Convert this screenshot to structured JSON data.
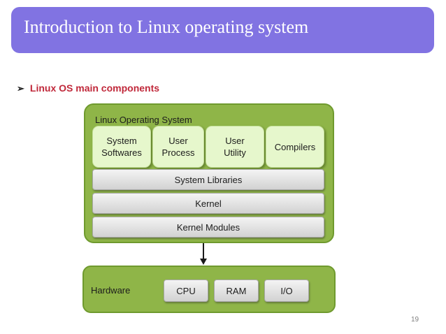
{
  "slide": {
    "title": "Introduction to Linux operating system",
    "bullet_marker": "➢",
    "bullet_text": "Linux OS main components",
    "page_number": "19"
  },
  "diagram": {
    "os_box_label": "Linux Operating System",
    "components": [
      {
        "line1": "System",
        "line2": "Softwares"
      },
      {
        "line1": "User",
        "line2": "Process"
      },
      {
        "line1": "User",
        "line2": "Utility"
      },
      {
        "line1": "Compilers",
        "line2": ""
      }
    ],
    "layers": [
      "System Libraries",
      "Kernel",
      "Kernel Modules"
    ],
    "hardware_label": "Hardware",
    "hardware_items": [
      "CPU",
      "RAM",
      "I/O"
    ]
  },
  "colors": {
    "title_bar": "#8173e2",
    "bullet_text": "#c0283a",
    "diagram_green": "#8fb548",
    "component_fill": "#e6f7cc"
  }
}
